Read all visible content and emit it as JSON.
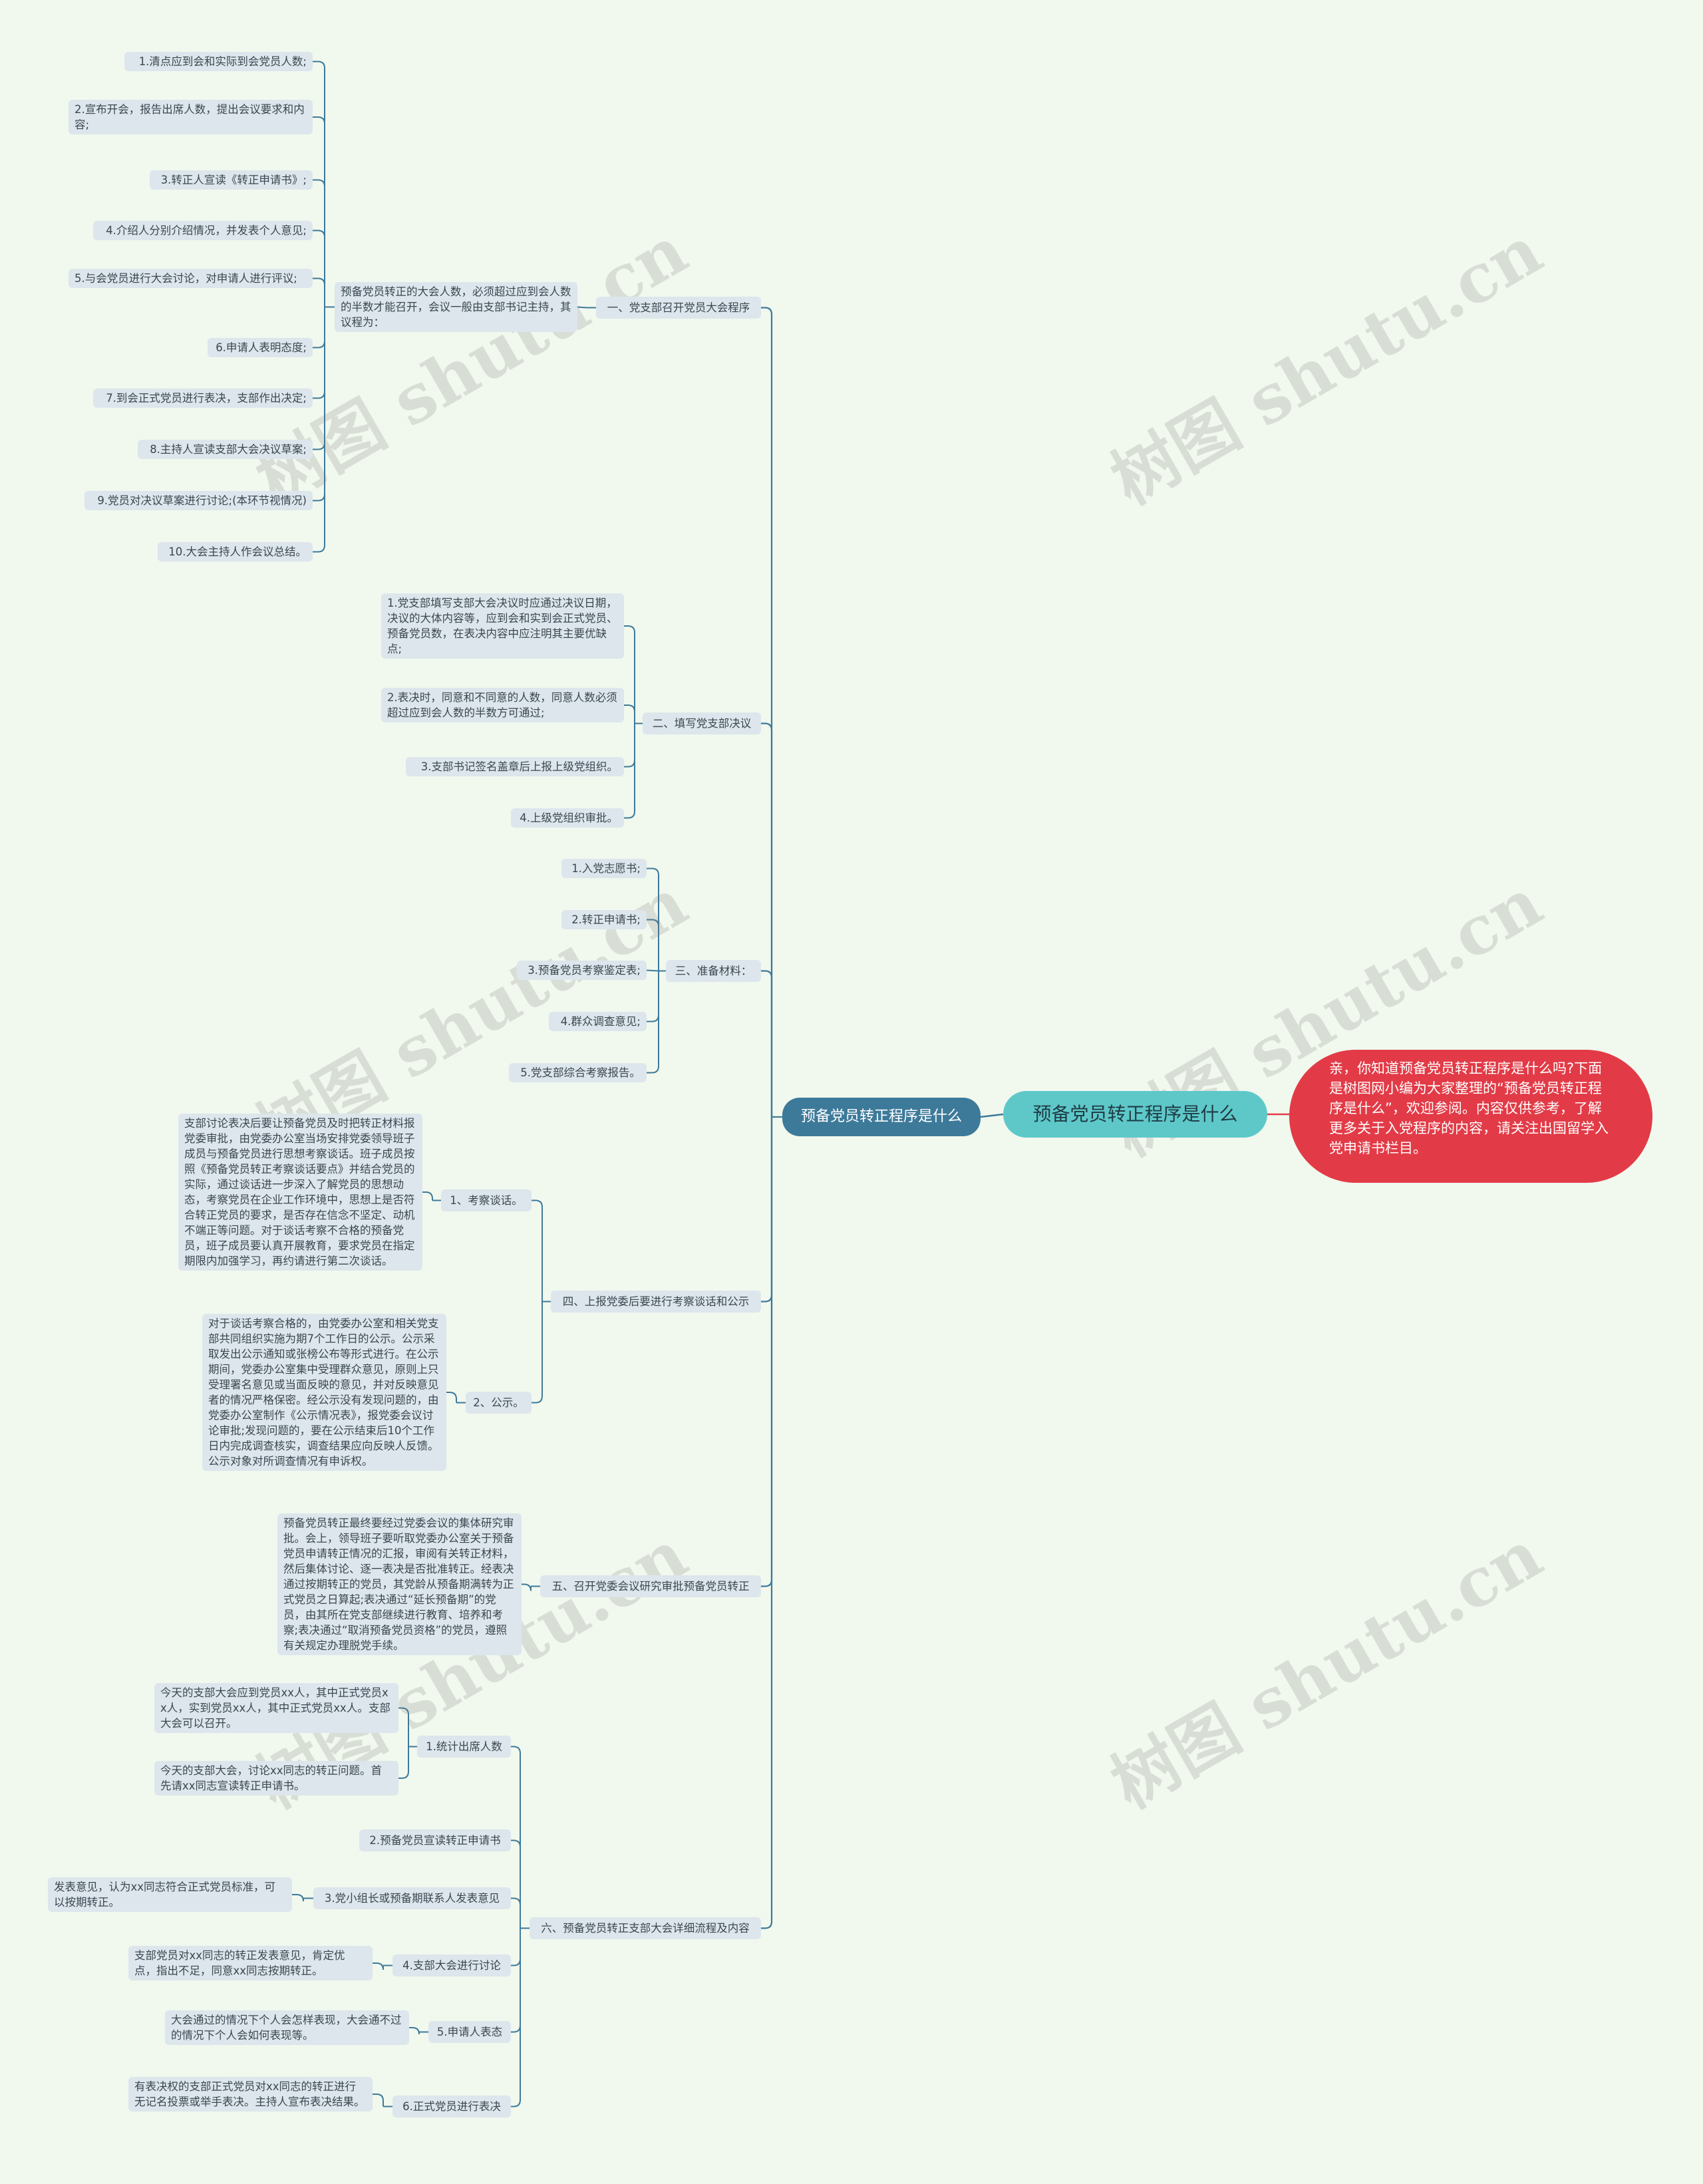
{
  "root": {
    "label": "预备党员转正程序是什么"
  },
  "center": {
    "label": "预备党员转正程序是什么"
  },
  "intro": {
    "text": "亲，你知道预备党员转正程序是什么吗?下面是树图网小编为大家整理的“预备党员转正程序是什么”，欢迎参阅。内容仅供参考，了解更多关于入党程序的内容，请关注出国留学入党申请书栏目。"
  },
  "watermark": {
    "text": "树图 shutu.cn"
  },
  "colors": {
    "line": "#3d7a9a",
    "root_line": "#e23b47",
    "background": "#f1f8ee"
  },
  "sections": [
    {
      "label": "一、党支部召开党员大会程序",
      "sub": [
        {
          "label": "预备党员转正的大会人数，必须超过应到会人数的半数才能召开，会议一般由支部书记主持，其议程为：",
          "items": [
            "1.清点应到会和实际到会党员人数;",
            "2.宣布开会，报告出席人数，提出会议要求和内容;",
            "3.转正人宣读《转正申请书》;",
            "4.介绍人分别介绍情况，并发表个人意见;",
            "5.与会党员进行大会讨论，对申请人进行评议;",
            "6.申请人表明态度;",
            "7.到会正式党员进行表决，支部作出决定;",
            "8.主持人宣读支部大会决议草案;",
            "9.党员对决议草案进行讨论;(本环节视情况)",
            "10.大会主持人作会议总结。"
          ]
        }
      ]
    },
    {
      "label": "二、填写党支部决议",
      "items": [
        "1.党支部填写支部大会决议时应通过决议日期，决议的大体内容等，应到会和实到会正式党员、预备党员数，在表决内容中应注明其主要优缺点;",
        "2.表决时，同意和不同意的人数，同意人数必须超过应到会人数的半数方可通过;",
        "3.支部书记签名盖章后上报上级党组织。",
        "4.上级党组织审批。"
      ]
    },
    {
      "label": "三、准备材料：",
      "items": [
        "1.入党志愿书;",
        "2.转正申请书;",
        "3.预备党员考察鉴定表;",
        "4.群众调查意见;",
        "5.党支部综合考察报告。"
      ]
    },
    {
      "label": "四、上报党委后要进行考察谈话和公示",
      "sub": [
        {
          "label": "1、考察谈话。",
          "items": [
            "支部讨论表决后要让预备党员及时把转正材料报党委审批，由党委办公室当场安排党委领导班子成员与预备党员进行思想考察谈话。班子成员按照《预备党员转正考察谈话要点》并结合党员的实际，通过谈话进一步深入了解党员的思想动态，考察党员在企业工作环境中，思想上是否符合转正党员的要求，是否存在信念不坚定、动机不端正等问题。对于谈话考察不合格的预备党员，班子成员要认真开展教育，要求党员在指定期限内加强学习，再约请进行第二次谈话。"
          ]
        },
        {
          "label": "2、公示。",
          "items": [
            "对于谈话考察合格的，由党委办公室和相关党支部共同组织实施为期7个工作日的公示。公示采取发出公示通知或张榜公布等形式进行。在公示期间，党委办公室集中受理群众意见，原则上只受理署名意见或当面反映的意见，并对反映意见者的情况严格保密。经公示没有发现问题的，由党委办公室制作《公示情况表》，报党委会议讨论审批;发现问题的，要在公示结束后10个工作日内完成调查核实，调查结果应向反映人反馈。公示对象对所调查情况有申诉权。"
          ]
        }
      ]
    },
    {
      "label": "五、召开党委会议研究审批预备党员转正",
      "items": [
        "预备党员转正最终要经过党委会议的集体研究审批。会上，领导班子要听取党委办公室关于预备党员申请转正情况的汇报，审阅有关转正材料，然后集体讨论、逐一表决是否批准转正。经表决通过按期转正的党员，其党龄从预备期满转为正式党员之日算起;表决通过“延长预备期”的党员，由其所在党支部继续进行教育、培养和考察;表决通过“取消预备党员资格”的党员，遵照有关规定办理脱党手续。"
      ]
    },
    {
      "label": "六、预备党员转正支部大会详细流程及内容",
      "sub": [
        {
          "label": "1.统计出席人数",
          "items": [
            "今天的支部大会应到党员xx人，其中正式党员xx人，实到党员xx人，其中正式党员xx人。支部大会可以召开。",
            "今天的支部大会，讨论xx同志的转正问题。首先请xx同志宣读转正申请书。"
          ]
        },
        {
          "label": "2.预备党员宣读转正申请书",
          "items": []
        },
        {
          "label": "3.党小组长或预备期联系人发表意见",
          "items": [
            "发表意见，认为xx同志符合正式党员标准，可以按期转正。"
          ]
        },
        {
          "label": "4.支部大会进行讨论",
          "items": [
            "支部党员对xx同志的转正发表意见，肯定优点，指出不足，同意xx同志按期转正。"
          ]
        },
        {
          "label": "5.申请人表态",
          "items": [
            "大会通过的情况下个人会怎样表现，大会通不过的情况下个人会如何表现等。"
          ]
        },
        {
          "label": "6.正式党员进行表决",
          "items": [
            "有表决权的支部正式党员对xx同志的转正进行无记名投票或举手表决。主持人宣布表决结果。"
          ]
        }
      ]
    }
  ]
}
